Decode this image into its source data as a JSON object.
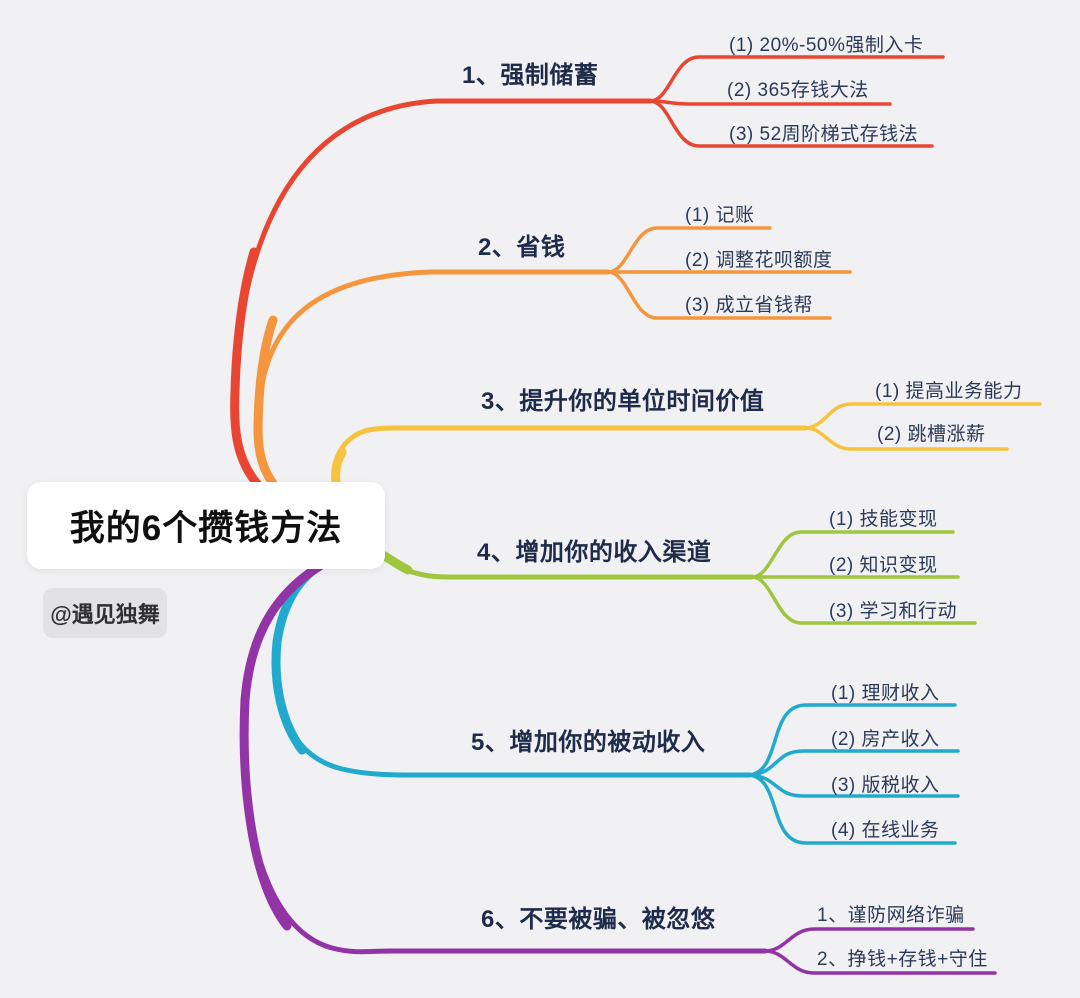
{
  "canvas": {
    "background_color": "#f1f1f3",
    "label_text_color": "#1f2b4a",
    "child_text_color": "#2b3a59"
  },
  "root": {
    "title": "我的6个攒钱方法",
    "watermark": "@遇见独舞"
  },
  "branches": [
    {
      "label": "1、强制储蓄",
      "color": "#e84533",
      "children": [
        {
          "text": "(1) 20%-50%强制入卡"
        },
        {
          "text": "(2) 365存钱大法"
        },
        {
          "text": "(3) 52周阶梯式存钱法"
        }
      ]
    },
    {
      "label": "2、省钱",
      "color": "#f5953d",
      "children": [
        {
          "text": "(1) 记账"
        },
        {
          "text": "(2) 调整花呗额度"
        },
        {
          "text": "(3) 成立省钱帮"
        }
      ]
    },
    {
      "label": "3、提升你的单位时间价值",
      "color": "#f6c33c",
      "children": [
        {
          "text": "(1) 提高业务能力"
        },
        {
          "text": "(2) 跳槽涨薪"
        }
      ]
    },
    {
      "label": "4、增加你的收入渠道",
      "color": "#9ec73f",
      "children": [
        {
          "text": "(1) 技能变现"
        },
        {
          "text": "(2) 知识变现"
        },
        {
          "text": "(3) 学习和行动"
        }
      ]
    },
    {
      "label": "5、增加你的被动收入",
      "color": "#21aacd",
      "children": [
        {
          "text": "(1) 理财收入"
        },
        {
          "text": "(2) 房产收入"
        },
        {
          "text": "(3) 版税收入"
        },
        {
          "text": "(4) 在线业务"
        }
      ]
    },
    {
      "label": "6、不要被骗、被忽悠",
      "color": "#9233a6",
      "children": [
        {
          "text": "1、谨防网络诈骗"
        },
        {
          "text": "2、挣钱+存钱+守住"
        }
      ]
    }
  ]
}
